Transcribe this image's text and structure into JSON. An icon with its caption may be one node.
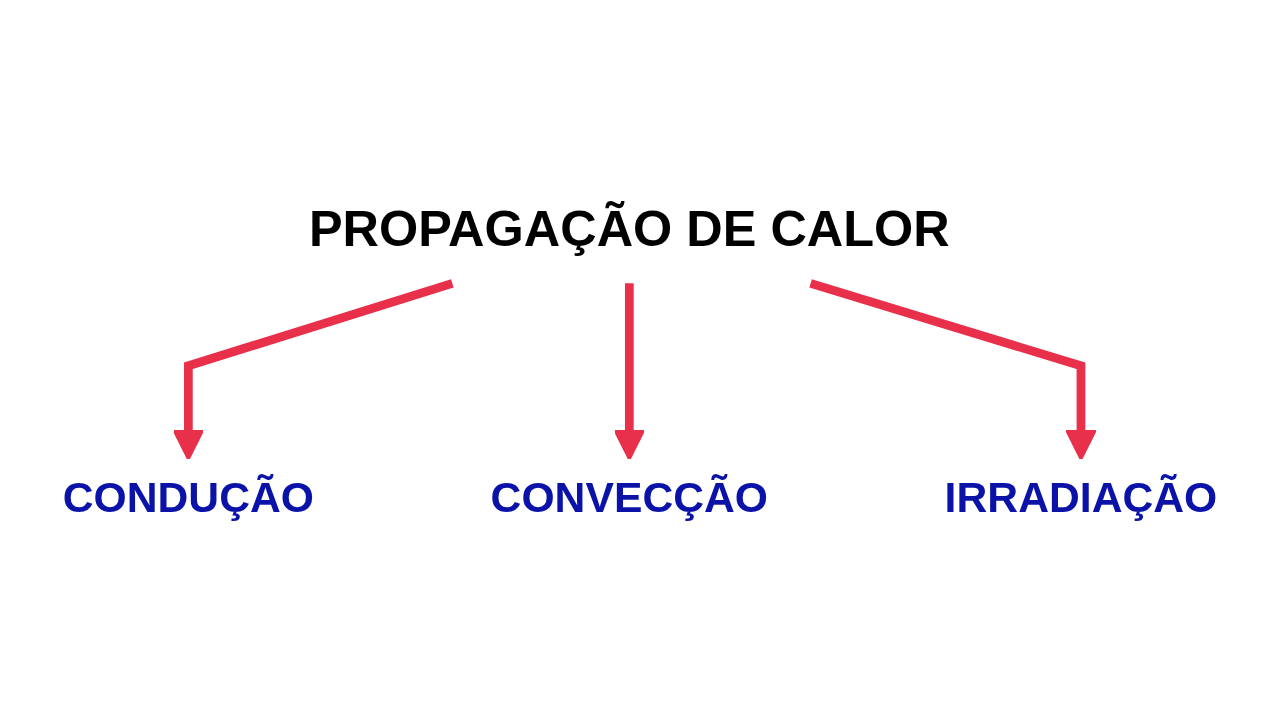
{
  "diagram": {
    "nodes": [
      {
        "text": [
          "PROPAGAÇÃO DE CALOR"
        ]
      },
      {
        "text": [
          "CONDUÇÃO"
        ]
      },
      {
        "text": [
          "CONVECÇÃO"
        ]
      },
      {
        "text": [
          "IRRADIAÇÃO"
        ]
      }
    ],
    "edges": [
      {
        "from": 0,
        "to": 1,
        "arrow": "to"
      },
      {
        "from": 0,
        "to": 2,
        "arrow": "to"
      },
      {
        "from": 0,
        "to": 3,
        "arrow": "to"
      }
    ]
  }
}
